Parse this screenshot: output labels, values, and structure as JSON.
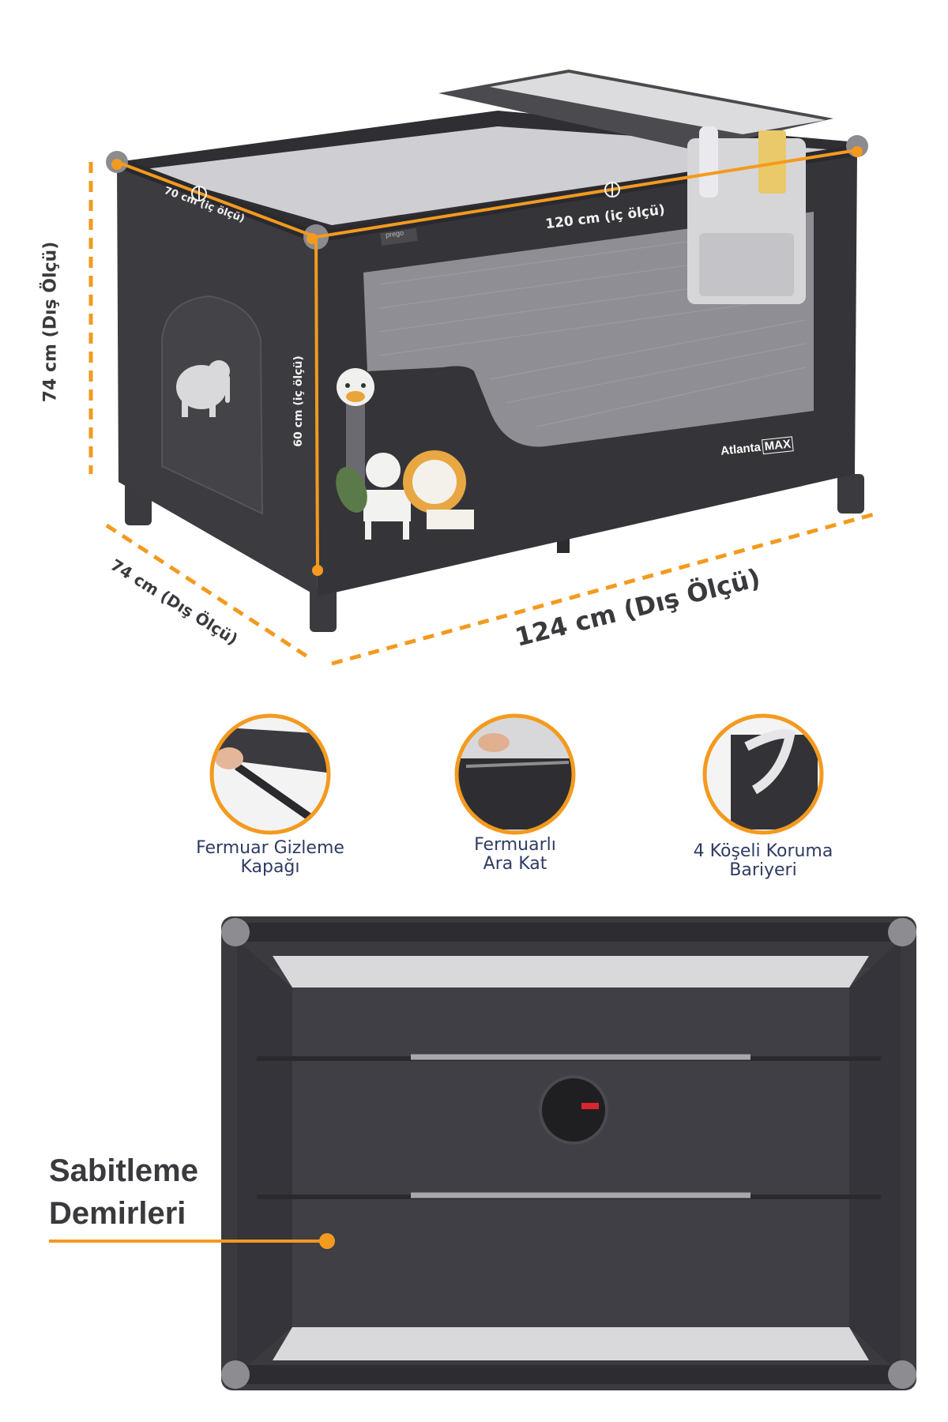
{
  "dimensions": {
    "height_outer": "74 cm (Dış Ölçü)",
    "depth_outer": "74 cm (Dış Ölçü)",
    "length_outer": "124 cm (Dış Ölçü)",
    "width_inner": "70 cm (iç ölçü)",
    "length_inner": "120 cm (iç ölçü)",
    "height_inner": "60 cm (iç ölçü)"
  },
  "product": {
    "brand_tag": "prego",
    "model_name": "Atlanta",
    "model_suffix": "MAX"
  },
  "features": [
    {
      "line1": "Fermuar Gizleme",
      "line2": "Kapağı"
    },
    {
      "line1": "Fermuarlı",
      "line2": "Ara Kat"
    },
    {
      "line1": "4 Köşeli Koruma",
      "line2": "Bariyeri"
    }
  ],
  "callout": {
    "line1": "Sabitleme",
    "line2": "Demirleri"
  },
  "colors": {
    "accent": "#F39A1F",
    "fabric": "#38383D",
    "fabric_light": "#4A4A50",
    "mesh": "#8E8E94",
    "text": "#3A3A3E",
    "caption": "#2F3B63"
  }
}
